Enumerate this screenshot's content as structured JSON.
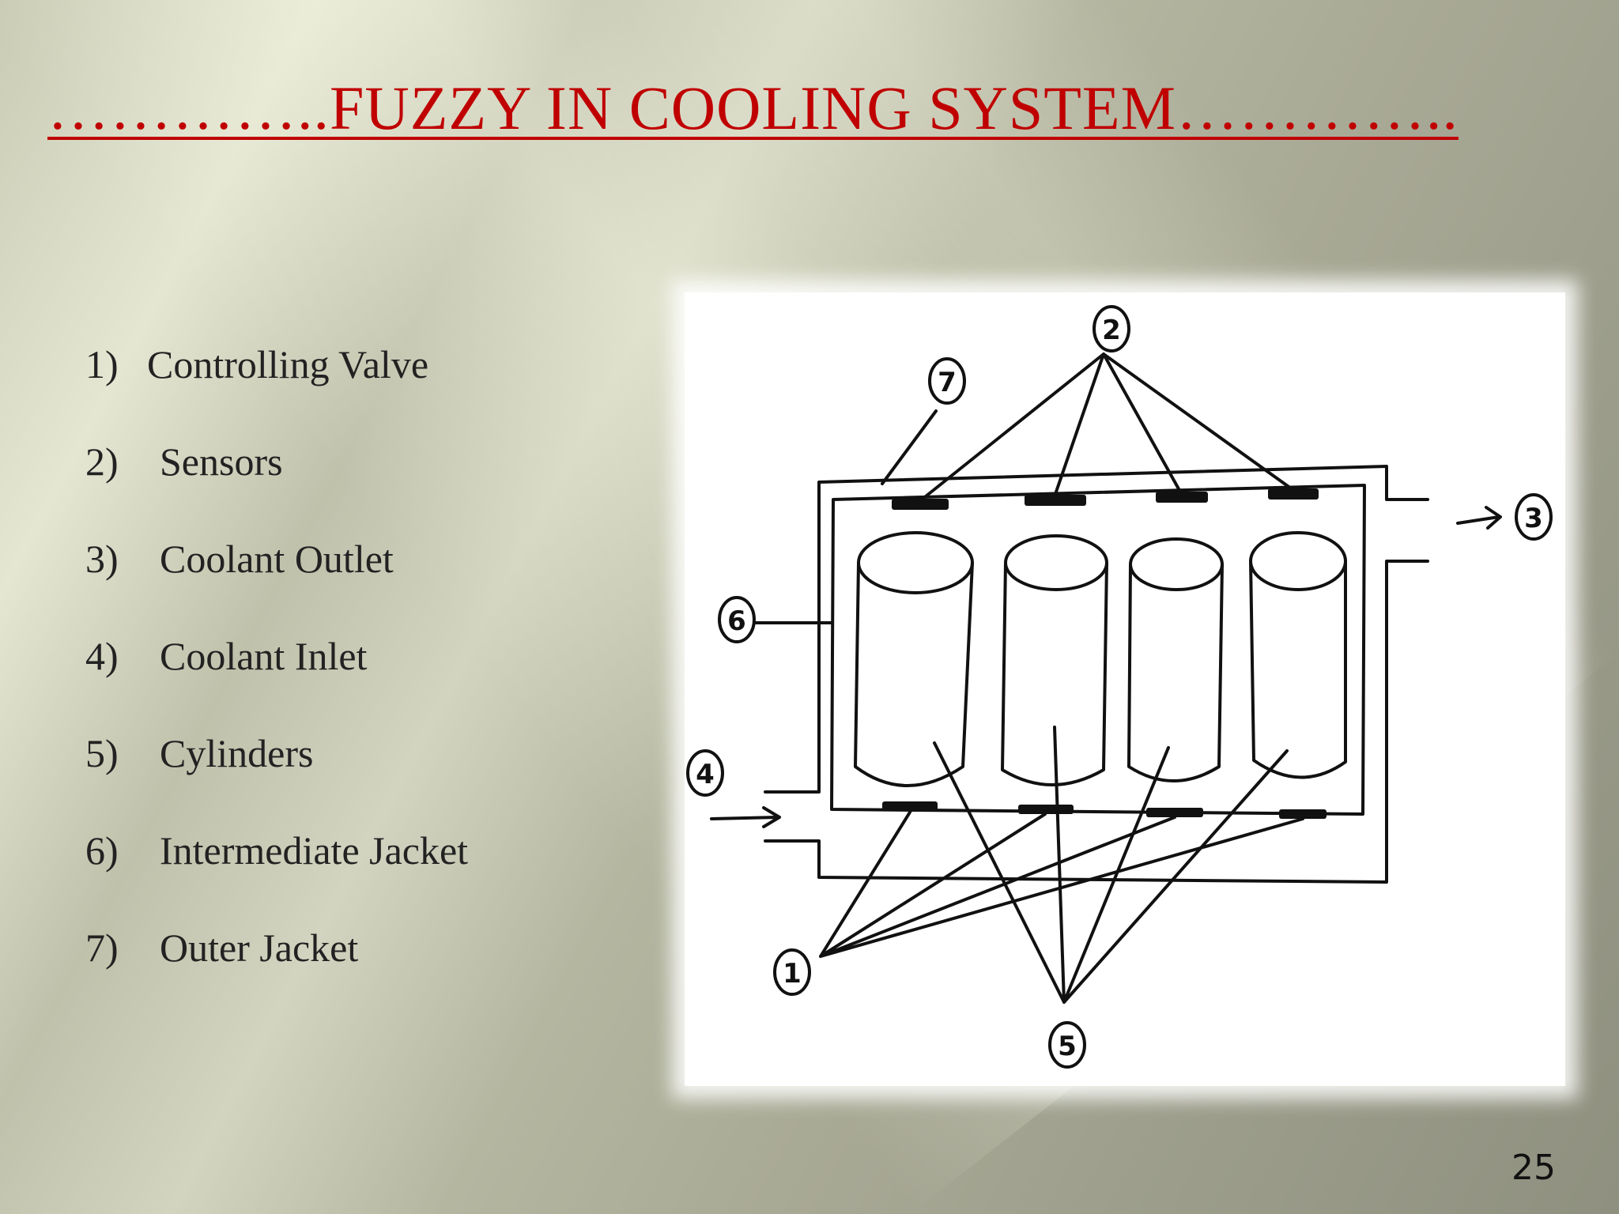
{
  "slide": {
    "title": "…………..FUZZY IN COOLING SYSTEM…………..",
    "page_number": "25"
  },
  "legend": [
    {
      "num": "1)",
      "label": "Controlling Valve"
    },
    {
      "num": "2)",
      "label": "Sensors"
    },
    {
      "num": "3)",
      "label": "Coolant Outlet"
    },
    {
      "num": "4)",
      "label": "Coolant Inlet"
    },
    {
      "num": "5)",
      "label": "Cylinders"
    },
    {
      "num": "6)",
      "label": "Intermediate Jacket"
    },
    {
      "num": "7)",
      "label": "Outer Jacket"
    }
  ],
  "diagram": {
    "callouts": {
      "valve": "1",
      "sensors": "2",
      "outlet": "3",
      "inlet": "4",
      "cylinders": "5",
      "intermediate_jacket": "6",
      "outer_jacket": "7"
    }
  }
}
